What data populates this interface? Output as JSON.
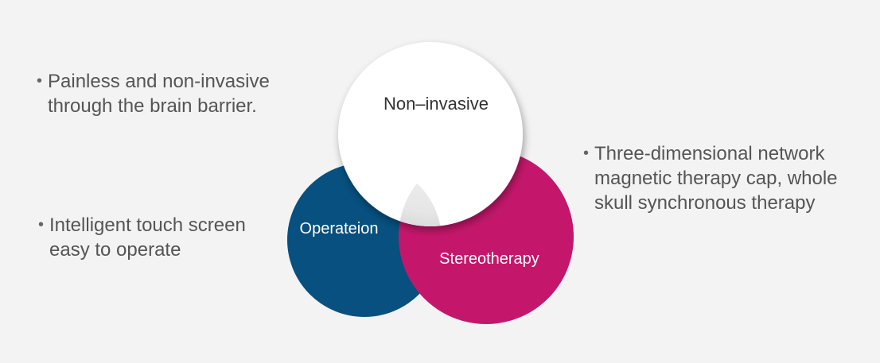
{
  "bullets": {
    "left_top": {
      "dot": "•",
      "lines": [
        "Painless and non-invasive",
        "through the brain barrier."
      ]
    },
    "left_bottom": {
      "dot": "•",
      "lines": [
        "Intelligent touch screen",
        "easy to operate"
      ]
    },
    "right": {
      "dot": "•",
      "lines": [
        "Three-dimensional network",
        "magnetic therapy cap, whole",
        "skull synchronous therapy"
      ]
    }
  },
  "venn": {
    "top_label": "Non–invasive",
    "left_label": "Operateion",
    "right_label": "Stereotherapy",
    "colors": {
      "top": "#ffffff",
      "left": "#07507f",
      "right": "#c4176b",
      "center": "#eaeaea",
      "text_dark": "#333333",
      "text_light": "#ffffff"
    }
  }
}
